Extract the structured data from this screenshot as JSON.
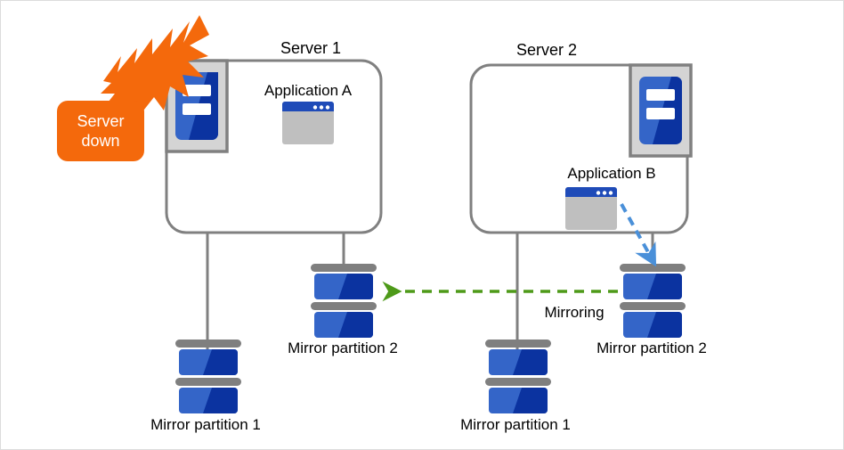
{
  "diagram": {
    "title": "Mirror partition failover diagram",
    "colors": {
      "server_box_border": "#808080",
      "server_icon_frame": "#d4d4d4",
      "server_icon_frame_border": "#808080",
      "server_icon_blue_light": "#3465C8",
      "server_icon_blue_dark": "#0B33A0",
      "app_titlebar": "#1F4BB8",
      "app_body": "#BFBFBF",
      "disk_blue_light": "#3465C8",
      "disk_blue_dark": "#0B33A0",
      "disk_bar_gray": "#7F7F7F",
      "connector_gray": "#808080",
      "mirroring_arrow_green": "#4E9A19",
      "app_arrow_blue": "#4A90D9",
      "alert_orange": "#F4690C",
      "badge_text": "#FFFFFF",
      "page_border": "#DCDCDC",
      "background": "#FFFFFF",
      "text": "#000000"
    },
    "alert": {
      "badge_line1": "Server",
      "badge_line2": "down",
      "burst_icon": "lightning-burst-icon"
    },
    "servers": [
      {
        "id": "server-1",
        "label": "Server 1",
        "status": "down",
        "server_icon": "server-icon",
        "icon_position": "top-left",
        "application": {
          "label": "Application  A",
          "icon": "application-window-icon",
          "active": false
        },
        "disks": [
          {
            "label": "Mirror partition 1",
            "icon": "disk-stack-icon"
          },
          {
            "label": "Mirror partition 2",
            "icon": "disk-stack-icon"
          }
        ]
      },
      {
        "id": "server-2",
        "label": "Server 2",
        "status": "up",
        "server_icon": "server-icon",
        "icon_position": "top-right",
        "application": {
          "label": "Application  B",
          "icon": "application-window-icon",
          "active": true
        },
        "disks": [
          {
            "label": "Mirror partition 1",
            "icon": "disk-stack-icon"
          },
          {
            "label": "Mirror partition 2",
            "icon": "disk-stack-icon"
          }
        ]
      }
    ],
    "connections": [
      {
        "id": "mirroring",
        "label": "Mirroring",
        "style": "dashed",
        "color": "#4E9A19",
        "from": "server-2-mirror-partition-2",
        "to": "server-1-mirror-partition-2",
        "direction": "right-to-left"
      },
      {
        "id": "app-b-to-disk",
        "label": "",
        "style": "dashed",
        "color": "#4A90D9",
        "from": "application-b",
        "to": "server-2-mirror-partition-2",
        "direction": "down-right"
      }
    ]
  }
}
